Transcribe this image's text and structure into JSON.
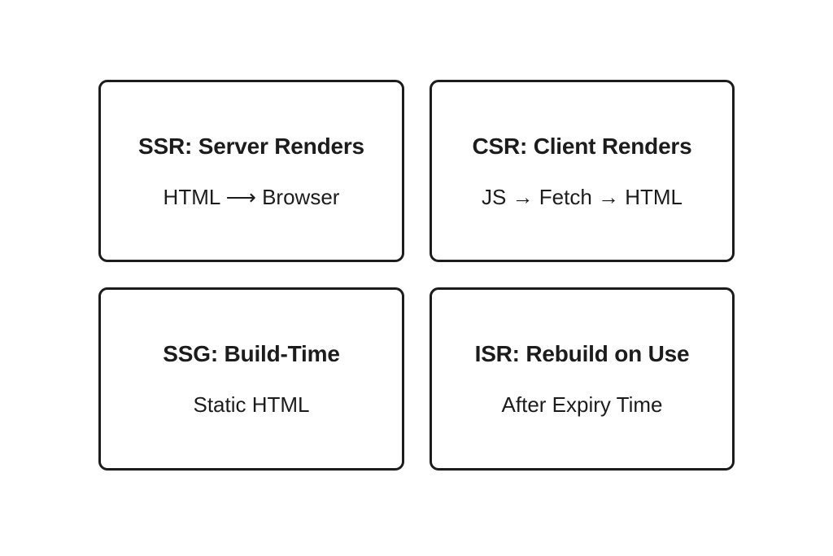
{
  "diagram": {
    "background_color": "#ffffff",
    "border_color": "#1c1c1c",
    "text_color": "#1c1c1c",
    "cards": [
      {
        "id": "ssr",
        "title": "SSR: Server Renders",
        "subtitle": "HTML ⟶ Browser"
      },
      {
        "id": "csr",
        "title": "CSR: Client Renders",
        "subtitle": "JS → Fetch → HTML"
      },
      {
        "id": "ssg",
        "title": "SSG: Build-Time",
        "subtitle": "Static HTML"
      },
      {
        "id": "isr",
        "title": "ISR: Rebuild on Use",
        "subtitle": "After Expiry Time"
      }
    ]
  }
}
